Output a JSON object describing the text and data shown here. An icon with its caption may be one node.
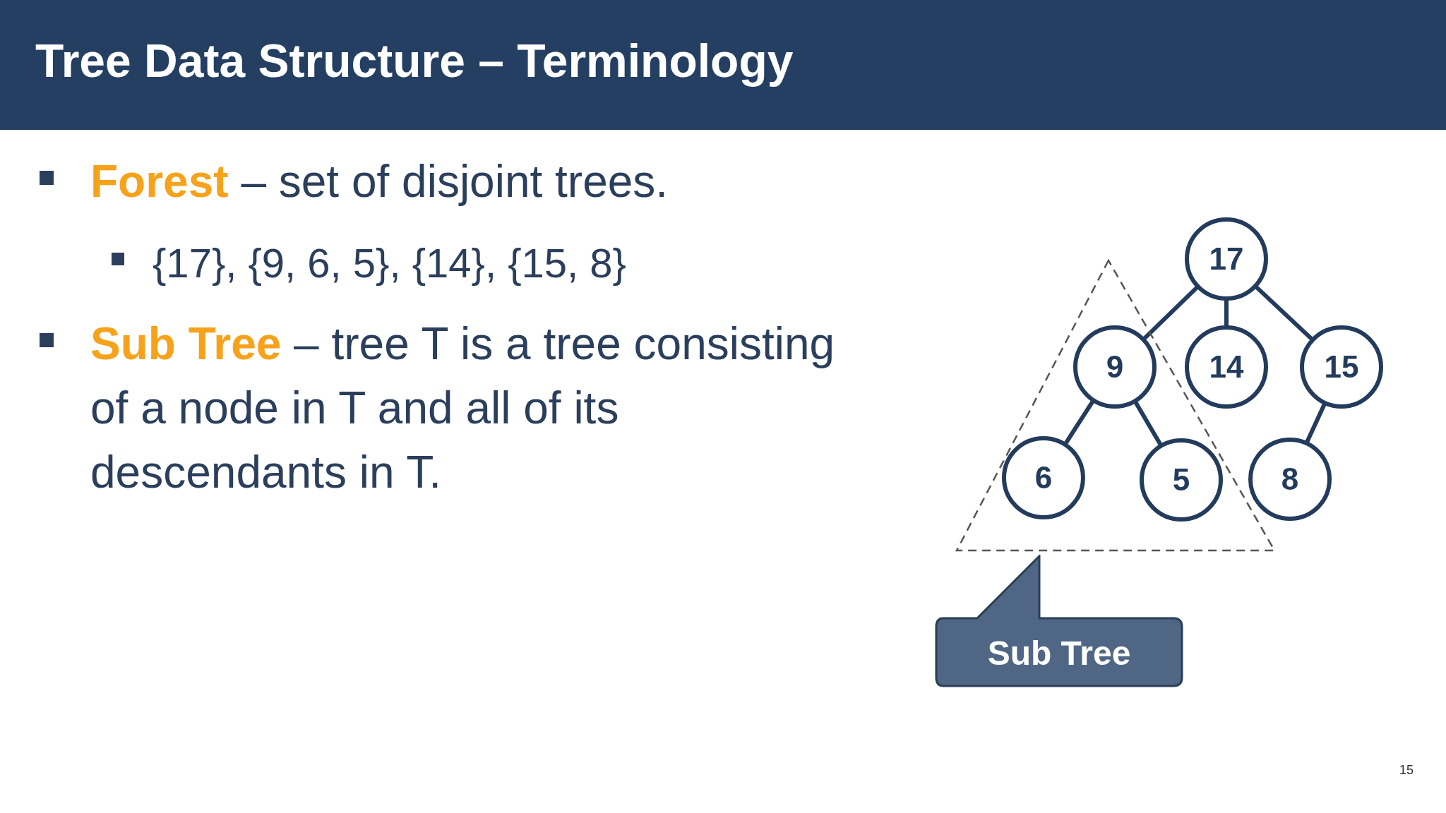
{
  "diagram": {
    "title": "Tree Data Structure – Terminology",
    "nodes": [
      {
        "text": [
          "17"
        ]
      },
      {
        "text": [
          "9"
        ],
        "in": 7
      },
      {
        "text": [
          "14"
        ]
      },
      {
        "text": [
          "15"
        ]
      },
      {
        "text": [
          "6"
        ],
        "in": 7
      },
      {
        "text": [
          "5"
        ],
        "in": 7
      },
      {
        "text": [
          "8"
        ]
      },
      {
        "text": [],
        "shape": "triangle"
      },
      {
        "text": [
          "Sub Tree"
        ]
      }
    ],
    "edges": [
      {
        "from": 0,
        "to": 1,
        "arrow": "none"
      },
      {
        "from": 0,
        "to": 2,
        "arrow": "none"
      },
      {
        "from": 0,
        "to": 3,
        "arrow": "none"
      },
      {
        "from": 1,
        "to": 4,
        "arrow": "none"
      },
      {
        "from": 1,
        "to": 5,
        "arrow": "none"
      },
      {
        "from": 3,
        "to": 6,
        "arrow": "none"
      }
    ],
    "labels": [
      "**Forest** – set of disjoint trees.",
      "{17}, {9, 6, 5}, {14}, {15, 8}",
      "**Sub Tree** – tree T is a tree consisting of a node in T and all of its descendants in T.",
      "15"
    ]
  }
}
